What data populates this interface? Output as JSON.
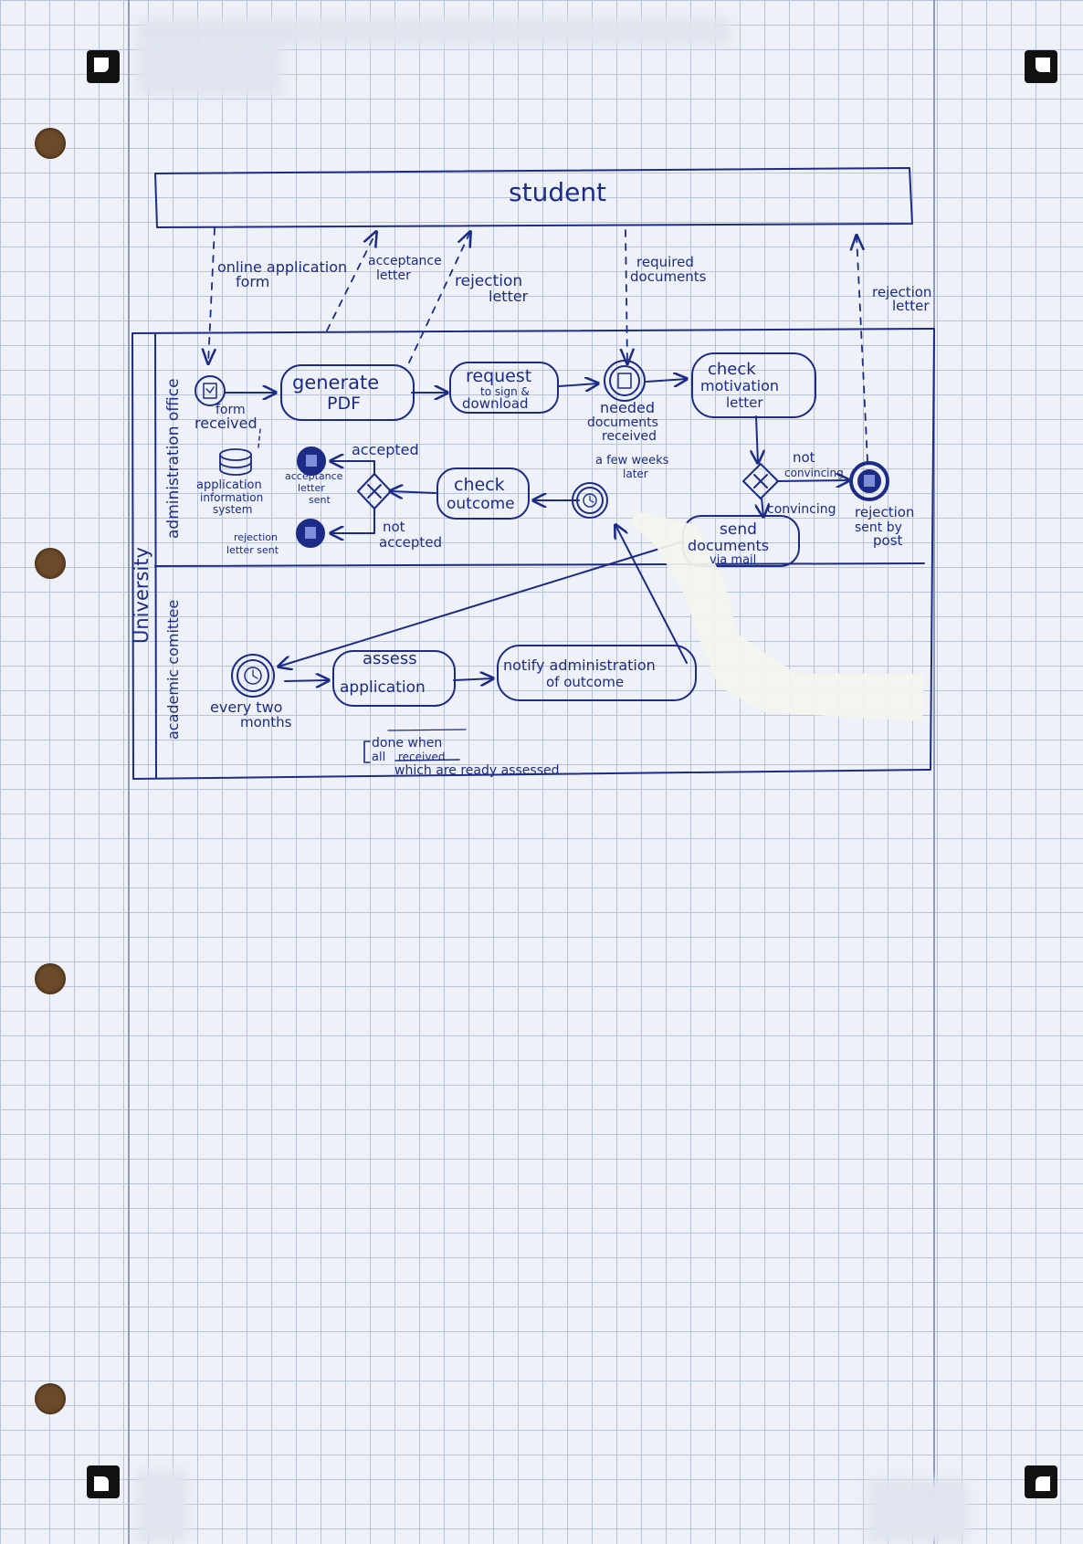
{
  "pools": {
    "student": "student",
    "university": "University"
  },
  "lanes": {
    "admin": "administration office",
    "committee": "academic comittee"
  },
  "flows": {
    "form": [
      "online application",
      "form"
    ],
    "acceptance": [
      "acceptance",
      "letter"
    ],
    "rejection1": [
      "rejection",
      "letter"
    ],
    "required": [
      "required",
      "documents"
    ],
    "rejection2": [
      "rejection",
      "letter"
    ]
  },
  "events": {
    "form_received": [
      "form",
      "received"
    ],
    "needed_docs": [
      "needed",
      "documents",
      "received"
    ],
    "few_weeks": [
      "a few weeks",
      "later"
    ],
    "acceptance_sent": [
      "acceptance",
      "letter",
      "sent"
    ],
    "rejection_sent": [
      "rejection",
      "letter sent"
    ],
    "rejection_post": [
      "rejection",
      "sent by",
      "post"
    ],
    "every_two_months": [
      "every two",
      "months"
    ]
  },
  "tasks": {
    "generate_pdf": [
      "generate",
      "PDF"
    ],
    "request_sign": [
      "request",
      "to sign &",
      "download"
    ],
    "check_motivation": [
      "check",
      "motivation",
      "letter"
    ],
    "check_outcome": [
      "check",
      "outcome"
    ],
    "send_documents": [
      "send",
      "documents",
      "via mail"
    ],
    "assess": [
      "assess",
      "application"
    ],
    "notify": [
      "notify administration",
      "of outcome"
    ]
  },
  "gateways": {
    "accepted": "accepted",
    "not_accepted": [
      "not",
      "accepted"
    ],
    "not_convincing": [
      "not",
      "convincing"
    ],
    "convincing": "convincing"
  },
  "data_store": [
    "application",
    "information",
    "system"
  ],
  "annotation": [
    "done when",
    "all",
    "which are ready assessed"
  ],
  "annotation_struck": "received"
}
